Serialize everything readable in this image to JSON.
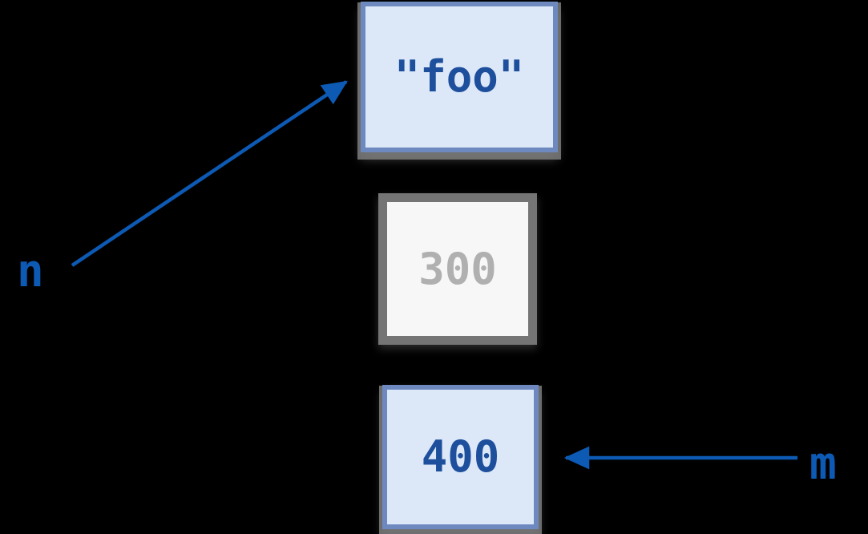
{
  "diagram": {
    "objects": [
      {
        "id": "string-foo",
        "label": "\"foo\"",
        "state": "referenced"
      },
      {
        "id": "int-300",
        "label": "300",
        "state": "unreferenced"
      },
      {
        "id": "int-400",
        "label": "400",
        "state": "referenced"
      }
    ],
    "variables": [
      {
        "name": "n",
        "points_to": "string-foo"
      },
      {
        "name": "m",
        "points_to": "int-400"
      }
    ],
    "colors": {
      "background": "#000000",
      "arrow_blue": "#0d5ab4",
      "box_fill_blue": "#dce8f8",
      "box_border_blue": "#6d89c0",
      "box_text_blue": "#1d4f9c",
      "unreferenced_border_gray": "#757575",
      "unreferenced_fill": "#f7f7f7",
      "unreferenced_text_gray": "#b0b0b0",
      "shadow_gray": "#7d7d7d"
    }
  }
}
